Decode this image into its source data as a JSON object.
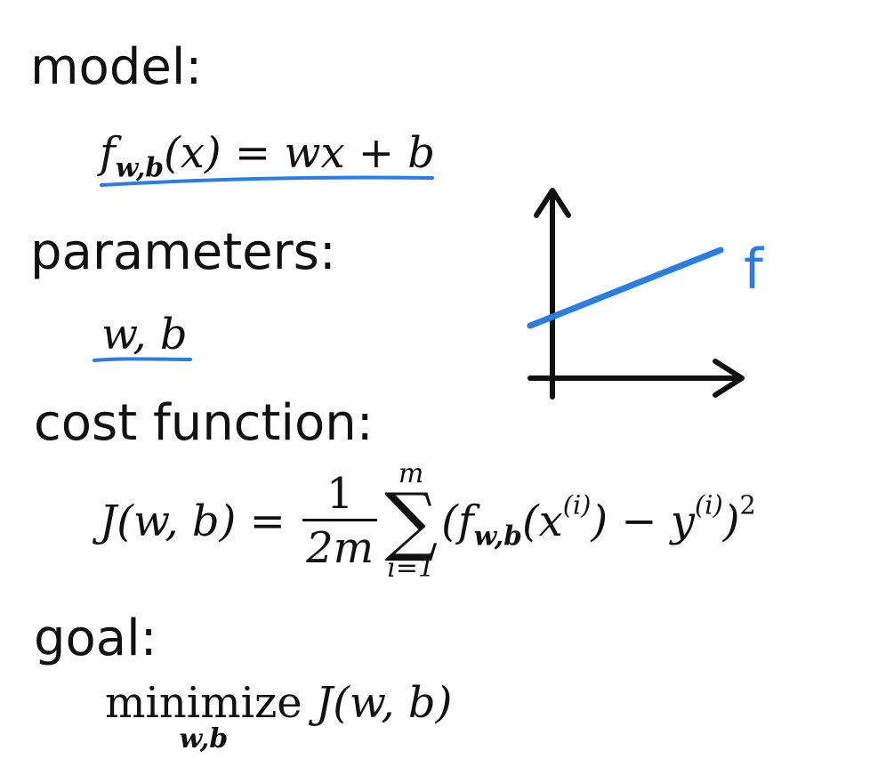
{
  "headings": {
    "model": "model:",
    "parameters": "parameters:",
    "cost_function": "cost function:",
    "goal": "goal:"
  },
  "model_formula": {
    "f": "f",
    "subscript": "w,b",
    "arg": "(x)",
    "rhs": " = wx + b"
  },
  "parameters_formula": "w, b",
  "cost_formula": {
    "lhs": "J(w, b) = ",
    "frac_num": "1",
    "frac_den": "2m",
    "sum_upper": "m",
    "sum_symbol": "∑",
    "sum_lower": "i=1",
    "paren_open": "(",
    "f": "f",
    "subscript": "w,b",
    "inner_open": "(x",
    "sup_i1": "(i)",
    "inner_close": ") − y",
    "sup_i2": "(i)",
    "close": ")",
    "sup_2": "2"
  },
  "goal_formula": {
    "minimize": "minimize",
    "under": "w,b",
    "rhs": " J(w, b)"
  },
  "graph": {
    "line_label": "f"
  },
  "colors": {
    "ink": "#111111",
    "accent_blue": "#2a7de1"
  }
}
